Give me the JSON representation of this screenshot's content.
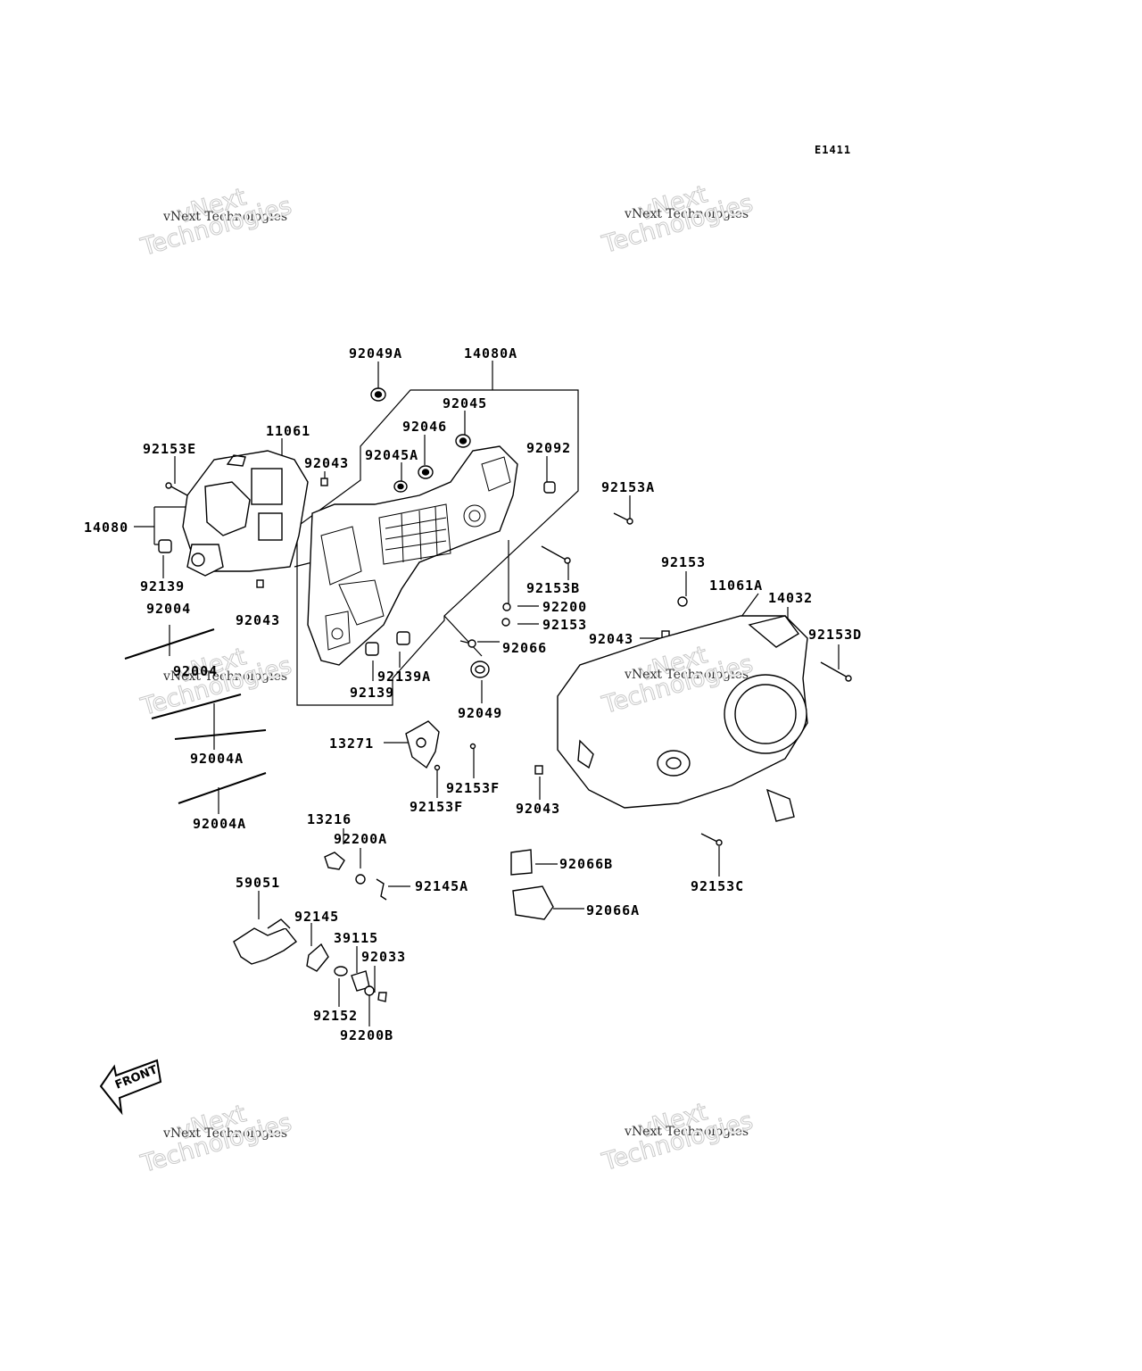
{
  "diagram_code": "E1411",
  "watermark": {
    "line1": "vNext",
    "line2": "Technologies",
    "caption": "vNext Technologies"
  },
  "front_label": "FRONT",
  "labels": {
    "p92049A": "92049A",
    "p14080A": "14080A",
    "p92045": "92045",
    "p92046": "92046",
    "p11061": "11061",
    "p92153E": "92153E",
    "p92043a": "92043",
    "p92045A": "92045A",
    "p92092": "92092",
    "p92153A": "92153A",
    "p14080": "14080",
    "p92139a": "92139",
    "p92153B": "92153B",
    "p92153": "92153",
    "p11061A": "11061A",
    "p14032": "14032",
    "p92004a": "92004",
    "p92043b": "92043",
    "p92200": "92200",
    "p92153b2": "92153",
    "p92043c": "92043",
    "p92153D": "92153D",
    "p92066": "92066",
    "p92139A": "92139A",
    "p92004b": "92004",
    "p92139b": "92139",
    "p92049": "92049",
    "p92004Aa": "92004A",
    "p13271": "13271",
    "p92153Fa": "92153F",
    "p92153Fb": "92153F",
    "p92043d": "92043",
    "p92004Ab": "92004A",
    "p13216": "13216",
    "p92200A": "92200A",
    "p92066B": "92066B",
    "p92153C": "92153C",
    "p92145A": "92145A",
    "p59051": "59051",
    "p92066A": "92066A",
    "p92145": "92145",
    "p39115": "39115",
    "p92033": "92033",
    "p92152": "92152",
    "p92200B": "92200B"
  }
}
